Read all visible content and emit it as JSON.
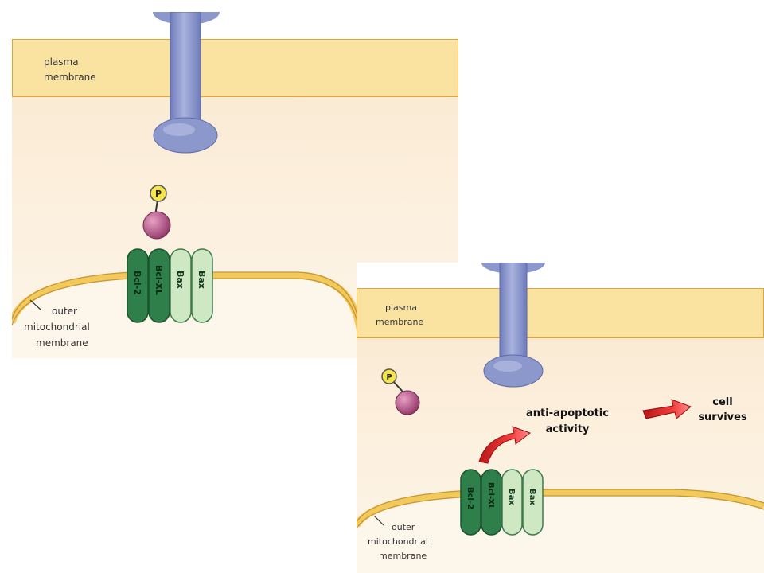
{
  "panel_1": {
    "labels": {
      "plasma_membrane_line1": "plasma",
      "plasma_membrane_line2": "membrane",
      "outer_line1": "outer",
      "outer_line2": "mitochondrial",
      "outer_line3": "membrane"
    },
    "proteins": [
      "Bcl-2",
      "Bcl-XL",
      "Bax",
      "Bax"
    ],
    "phosphate": "P"
  },
  "panel_2": {
    "labels": {
      "plasma_membrane_line1": "plasma",
      "plasma_membrane_line2": "membrane",
      "outer_line1": "outer",
      "outer_line2": "mitochondrial",
      "outer_line3": "membrane",
      "anti_line1": "anti-apoptotic",
      "anti_line2": "activity",
      "cell_line1": "cell",
      "cell_line2": "survives"
    },
    "proteins": [
      "Bcl-2",
      "Bcl-XL",
      "Bax",
      "Bax"
    ],
    "phosphate": "P"
  },
  "colors": {
    "membrane_fill": "#fae3a0",
    "membrane_edge": "#d9a640",
    "cytoplasm": "#fcf1e0",
    "receptor": "#8c98cc",
    "bcl2_dark": "#2f7f4a",
    "bax_light": "#cfe8c4",
    "protein_ball": "#b25082",
    "phosphate": "#f5e44a",
    "arrow_red": "#e02b2b"
  }
}
